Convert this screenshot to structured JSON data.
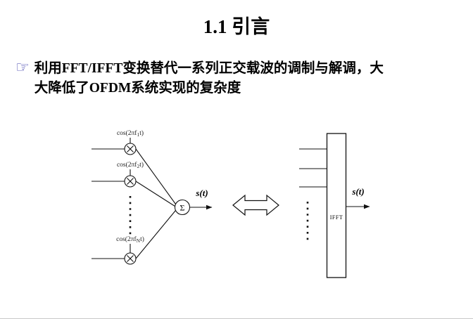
{
  "slide": {
    "title": "1.1 引言",
    "bullet_icon": "☞",
    "bullet_text_line1": "利用FFT/IFFT变换替代一系列正交载波的调制与解调，大",
    "bullet_text_line2": "大降低了OFDM系统实现的复杂度"
  },
  "diagram": {
    "modulators": [
      {
        "pre": "cos(2πf",
        "sub": "1",
        "post": "t)"
      },
      {
        "pre": "cos(2πf",
        "sub": "2",
        "post": "t)"
      },
      {
        "pre": "cos(2πf",
        "sub": "N",
        "post": "t)"
      }
    ],
    "sum_symbol": "Σ",
    "sum_output_label": "s(t)",
    "ifft_label": "IFFT",
    "ifft_output_label": "s(t)"
  },
  "colors": {
    "background": "#ffffff",
    "text": "#000000",
    "bullet_icon": "#3a3aaa",
    "line": "#111111"
  }
}
